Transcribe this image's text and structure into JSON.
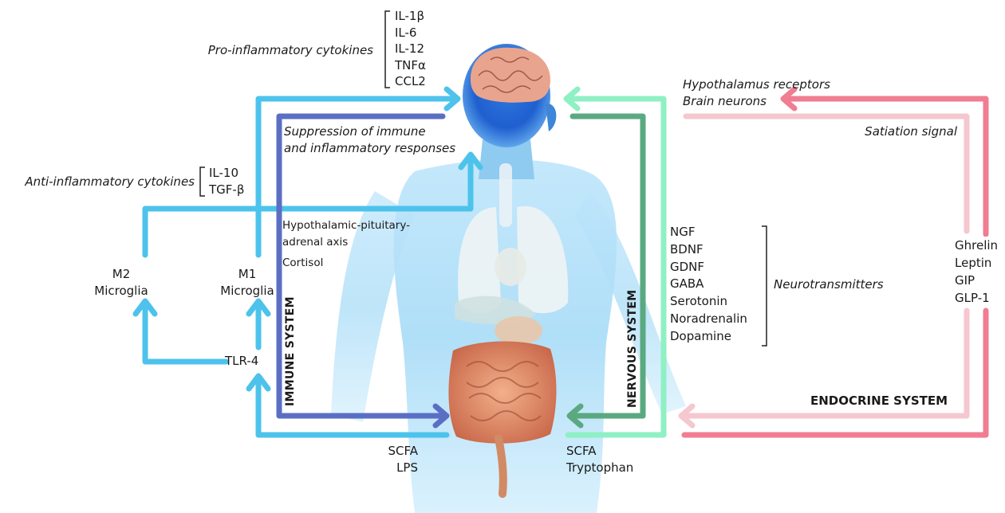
{
  "pro_inflammatory": {
    "title": "Pro-inflammatory cytokines",
    "items": [
      "IL-1β",
      "IL-6",
      "IL-12",
      "TNFα",
      "CCL2"
    ]
  },
  "anti_inflammatory": {
    "title": "Anti-inflammatory cytokines",
    "items": [
      "IL-10",
      "TGF-β"
    ]
  },
  "suppression": {
    "line1": "Suppression of immune",
    "line2": "and inflammatory responses"
  },
  "hpa": {
    "line1": "Hypothalamic-pituitary-",
    "line2": "adrenal axis",
    "cortisol": "Cortisol"
  },
  "microglia": {
    "m2": "M2",
    "m2_label": "Microglia",
    "m1": "M1",
    "m1_label": "Microglia",
    "tlr": "TLR-4"
  },
  "systems": {
    "immune": "IMMUNE SYSTEM",
    "nervous": "NERVOUS SYSTEM",
    "endocrine": "ENDOCRINE SYSTEM"
  },
  "gut_left": [
    "SCFA",
    "LPS"
  ],
  "gut_right": [
    "SCFA",
    "Tryptophan"
  ],
  "neurotransmitters": {
    "title": "Neurotransmitters",
    "items": [
      "NGF",
      "BDNF",
      "GDNF",
      "GABA",
      "Serotonin",
      "Noradrenalin",
      "Dopamine"
    ]
  },
  "hypothalamus": {
    "line1": "Hypothalamus receptors",
    "line2": "Brain neurons"
  },
  "satiation": "Satiation signal",
  "hormones": [
    "Ghrelin",
    "Leptin",
    "GIP",
    "GLP-1"
  ],
  "colors": {
    "immune_blue": "#4dc3ec",
    "suppression_indigo": "#5a6fc4",
    "nervous_green": "#5aa981",
    "nervous_light": "#8ff0c4",
    "endocrine_pink": "#f07d92",
    "endocrine_light": "#f5c7cf"
  }
}
